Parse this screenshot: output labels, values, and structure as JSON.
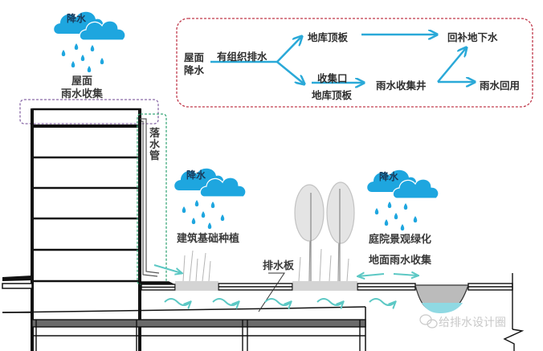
{
  "colors": {
    "rain_blue": "#1ea6df",
    "arrow_blue": "#2aa9d8",
    "flow_teal": "#5cc8c4",
    "water": "#8fd9e3",
    "box_red": "#c0394b",
    "box_purple": "#8a6aa8",
    "box_green": "#3aa87a",
    "structure": "#111111",
    "slab_gray": "#6a6a6a"
  },
  "clouds": [
    {
      "id": "roof",
      "label": "降水"
    },
    {
      "id": "foundation",
      "label": "降水"
    },
    {
      "id": "courtyard",
      "label": "降水"
    }
  ],
  "labels": {
    "roof_collection_line1": "屋面",
    "roof_collection_line2": "雨水收集",
    "downpipe": "落水管",
    "foundation_planting": "建筑基础种植",
    "drainage_board": "排水板",
    "courtyard_greening": "庭院景观绿化",
    "ground_collection": "地面雨水收集"
  },
  "flowchart": {
    "source_line1": "屋面",
    "source_line2": "降水",
    "edge_label": "有组织排水",
    "upper_node": "地库顶板",
    "lower_node_top": "收集口",
    "lower_node_bottom": "地库顶板",
    "collection_well": "雨水收集井",
    "recharge": "回补地下水",
    "reuse": "雨水回用"
  },
  "watermark": "给排水设计圈"
}
